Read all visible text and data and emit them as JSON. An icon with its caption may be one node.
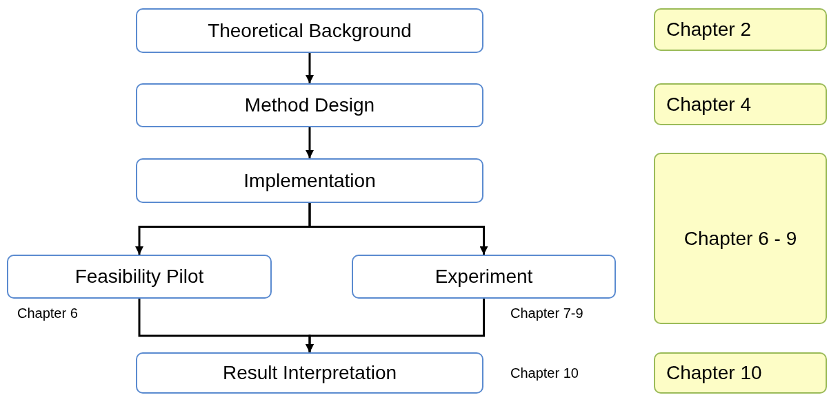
{
  "diagram": {
    "nodes": [
      {
        "text": [
          "Theoretical Background"
        ]
      },
      {
        "text": [
          "Method Design"
        ]
      },
      {
        "text": [
          "Implementation"
        ]
      },
      {
        "text": [
          "Feasibility Pilot"
        ],
        "beside": [
          "Chapter 6"
        ]
      },
      {
        "text": [
          "Experiment"
        ],
        "beside": [
          "Chapter 7-9"
        ]
      },
      {
        "text": [
          "Result Interpretation"
        ],
        "beside": [
          "Chapter 10"
        ]
      },
      {
        "text": [
          "Chapter 2"
        ]
      },
      {
        "text": [
          "Chapter 4"
        ]
      },
      {
        "text": [
          "Chapter 6 - 9"
        ]
      },
      {
        "text": [
          "Chapter 10"
        ]
      }
    ],
    "edges": [
      {
        "from": 0,
        "to": 1,
        "arrow": "to"
      },
      {
        "from": 1,
        "to": 2,
        "arrow": "to"
      },
      {
        "from": 2,
        "to": 3,
        "arrow": "to"
      },
      {
        "from": 2,
        "to": 4,
        "arrow": "to"
      },
      {
        "from": 3,
        "to": 5,
        "arrow": "to"
      },
      {
        "from": 4,
        "to": 5,
        "arrow": "to"
      }
    ]
  }
}
